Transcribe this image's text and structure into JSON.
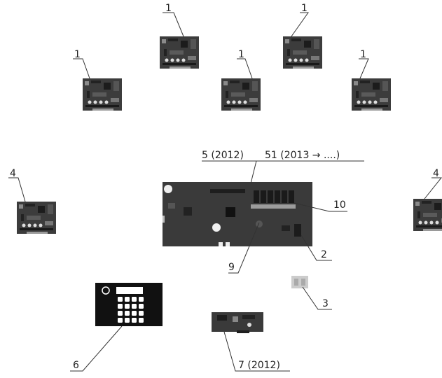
{
  "callouts": {
    "board1_a": "1",
    "board1_b": "1",
    "board1_c": "1",
    "board1_d": "1",
    "board1_e": "1",
    "board4_left": "4",
    "board4_right": "4",
    "main_board_2012": "5 (2012)",
    "main_board_2013": "51 (2013 → ....)",
    "part_10": "10",
    "part_2": "2",
    "part_9": "9",
    "part_3": "3",
    "part_6": "6",
    "part_7": "7 (2012)"
  },
  "colors": {
    "board": "#3a3a3a",
    "board_dark": "#1f1f1f",
    "keypad": "#111111",
    "connector": "#cccccc",
    "line": "#333333"
  }
}
